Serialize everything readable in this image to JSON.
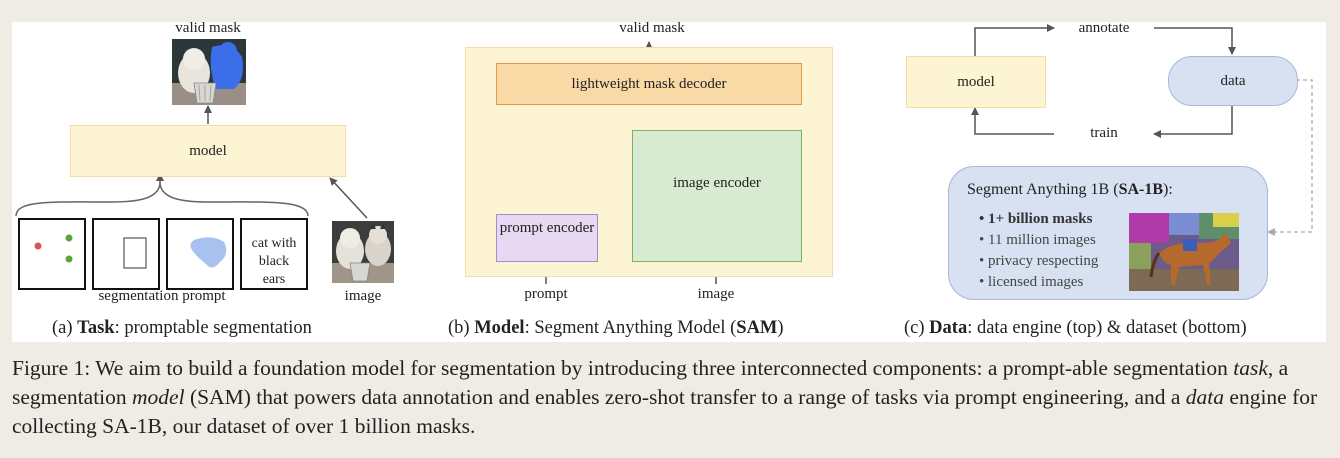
{
  "panel_a": {
    "valid_mask": "valid mask",
    "model": "model",
    "prompt_text": "cat with black ears",
    "segmentation_prompt": "segmentation prompt",
    "image": "image",
    "caption_prefix": "(a) ",
    "caption_bold": "Task",
    "caption_rest": ": promptable segmentation"
  },
  "panel_b": {
    "valid_mask": "valid mask",
    "decoder": "lightweight mask decoder",
    "image_encoder": "image encoder",
    "prompt_encoder": "prompt encoder",
    "prompt": "prompt",
    "image": "image",
    "caption_prefix": "(b) ",
    "caption_bold": "Model",
    "caption_mid": ": Segment Anything Model (",
    "caption_bold2": "SAM",
    "caption_end": ")"
  },
  "panel_c": {
    "annotate": "annotate",
    "model": "model",
    "data": "data",
    "train": "train",
    "sa1b_title_pre": "Segment Anything 1B (",
    "sa1b_title_bold": "SA-1B",
    "sa1b_title_post": "):",
    "bullets": [
      "1+ billion masks",
      "11 million images",
      "privacy respecting",
      "licensed images"
    ],
    "caption_prefix": "(c) ",
    "caption_bold": "Data",
    "caption_rest": ": data engine (top) & dataset (bottom)"
  },
  "caption": {
    "p1": "Figure 1: We aim to build a foundation model for segmentation by introducing three interconnected components: a prompt-able segmentation ",
    "task": "task",
    "p2": ", a segmentation ",
    "model": "model",
    "p3": " (SAM) that powers data annotation and enables zero-shot transfer to a range of tasks via prompt engineering, and a ",
    "data": "data",
    "p4": " engine for collecting SA-1B, our dataset of over 1 billion masks."
  },
  "colors": {
    "yellow": "#fdf4d4",
    "orange": "#f9d9a6",
    "green": "#d8ead2",
    "purple": "#e6d9f1",
    "blue": "#d7e1f2"
  }
}
